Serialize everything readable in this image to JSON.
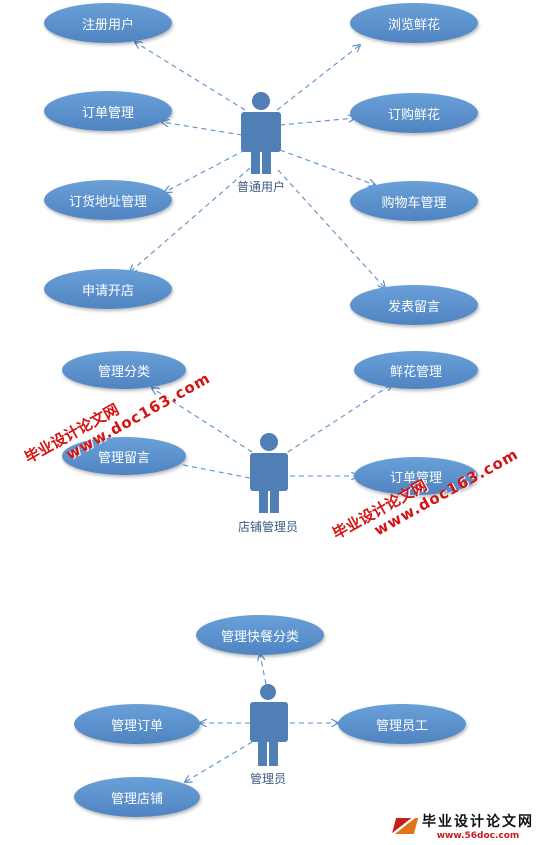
{
  "colors": {
    "usecase": "#5b8fcc",
    "actor": "#4f7fb5",
    "edge": "#5b8fcc",
    "watermark": "#d41414"
  },
  "actors": [
    {
      "id": "user",
      "label": "普通用户"
    },
    {
      "id": "shop",
      "label": "店铺管理员"
    },
    {
      "id": "admin",
      "label": "管理员"
    }
  ],
  "use_cases": [
    {
      "id": "uc_reg",
      "label": "注册用户"
    },
    {
      "id": "uc_order",
      "label": "订单管理"
    },
    {
      "id": "uc_addr",
      "label": "订货地址管理"
    },
    {
      "id": "uc_apply",
      "label": "申请开店"
    },
    {
      "id": "uc_browse",
      "label": "浏览鲜花"
    },
    {
      "id": "uc_buy",
      "label": "订购鲜花"
    },
    {
      "id": "uc_cart",
      "label": "购物车管理"
    },
    {
      "id": "uc_comment",
      "label": "发表留言"
    },
    {
      "id": "uc_s1",
      "label": "管理分类"
    },
    {
      "id": "uc_s2",
      "label": "管理留言"
    },
    {
      "id": "uc_s3",
      "label": "鲜花管理"
    },
    {
      "id": "uc_s4",
      "label": "订单管理"
    },
    {
      "id": "uc_a1",
      "label": "管理快餐分类"
    },
    {
      "id": "uc_a2",
      "label": "管理订单"
    },
    {
      "id": "uc_a3",
      "label": "管理员工"
    },
    {
      "id": "uc_a4",
      "label": "管理店铺"
    }
  ],
  "watermark": {
    "name": "毕业设计论文网",
    "url": "www.doc163.com"
  },
  "logo": {
    "title": "毕业设计论文网",
    "url": "www.56doc.com"
  }
}
